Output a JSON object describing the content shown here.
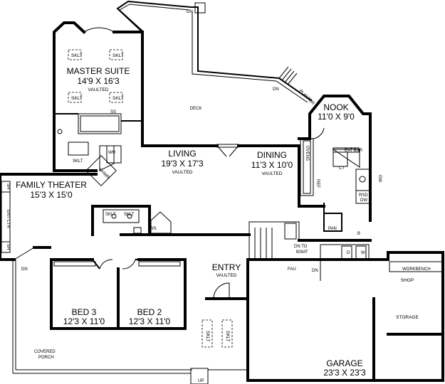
{
  "rooms": {
    "master_suite": {
      "name": "MASTER SUITE",
      "dims": "14'9 X 16'3",
      "note": "VAULTED"
    },
    "nook": {
      "name": "NOOK",
      "dims": "11'0 X 9'0"
    },
    "living": {
      "name": "LIVING",
      "dims": "19'3 X 17'3",
      "note": "VAULTED"
    },
    "dining": {
      "name": "DINING",
      "dims": "11'3 X 10'0",
      "note": "VAULTED"
    },
    "family_theater": {
      "name": "FAMILY THEATER",
      "dims": "15'3 X 15'0"
    },
    "bed3": {
      "name": "BED 3",
      "dims": "12'3 X 11'0"
    },
    "bed2": {
      "name": "BED 2",
      "dims": "12'3 X 11'0"
    },
    "entry": {
      "name": "ENTRY",
      "note": "VAULTED"
    },
    "garage": {
      "name": "GARAGE",
      "dims": "23'3 X 23'3"
    },
    "shop": {
      "name": "SHOP"
    },
    "storage": {
      "name": "STORAGE"
    }
  },
  "labels": {
    "deck": "DECK",
    "covered_porch_1": "COVERED",
    "covered_porch_2": "PORCH",
    "dn_top": "DN",
    "dn_deck": "DN",
    "dn_left": "DN",
    "dn_garage": "DN",
    "dn_to_bsmt_1": "DN TO",
    "dn_to_bsmt_2": "BSMT",
    "up": "UP",
    "planter": "PLANTER",
    "sklt": "SKLT",
    "ss": "SS",
    "wh": "WH",
    "shwr": "SHWR",
    "ws": "WS",
    "sh": "SH",
    "ent_ctr": "ENT CTR",
    "ovens": "OVENS",
    "ref": "REF",
    "eat_bar": "EAT BAR",
    "ct": "CT",
    "gw": "GW",
    "rsd": "RSD",
    "dw": "DW",
    "pan": "PAN",
    "b": "B",
    "d": "D",
    "w": "W",
    "fau": "FAU",
    "workbench": "WORKBENCH"
  }
}
